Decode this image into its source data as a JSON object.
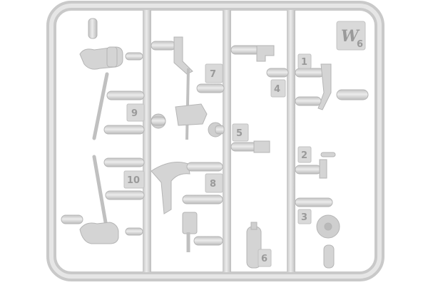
{
  "sprue": {
    "frame_label": "W",
    "frame_label_sub": "6",
    "part_numbers": [
      "1",
      "2",
      "3",
      "4",
      "5",
      "6",
      "7",
      "8",
      "9",
      "10"
    ]
  },
  "colors": {
    "plastic": "#d6d6d6",
    "plastic_dark": "#bdbdbd",
    "plastic_light": "#ececec",
    "background": "#ffffff"
  }
}
